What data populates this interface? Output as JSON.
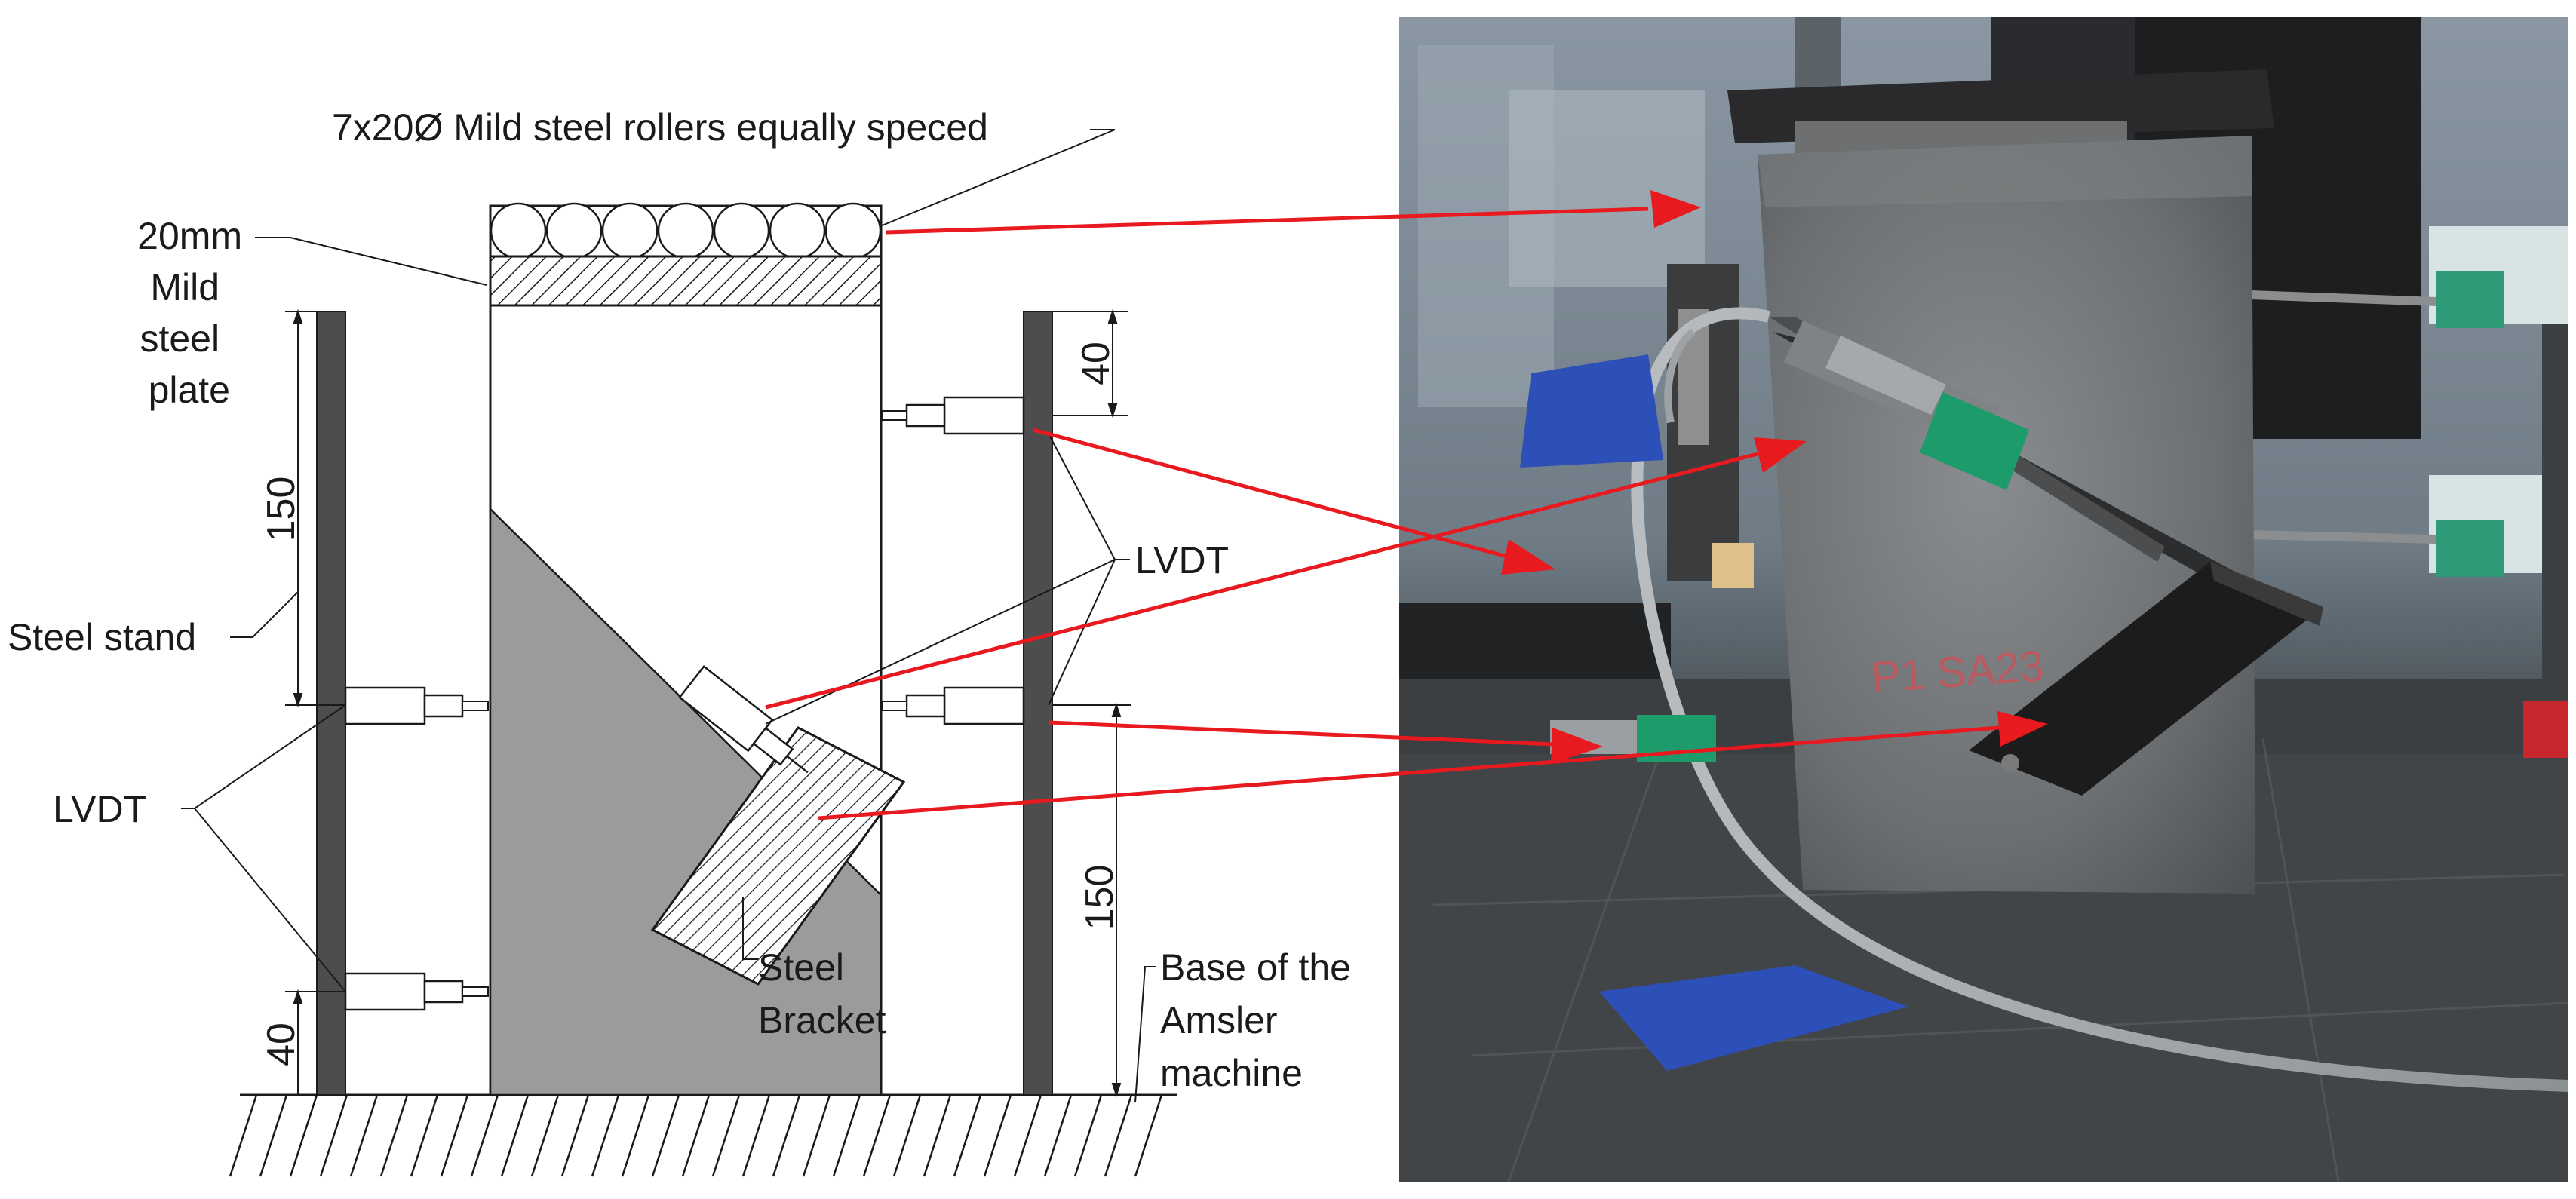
{
  "drawing": {
    "rollers_label": "7x20Ø Mild steel rollers equally speced",
    "plate_label": [
      "20mm",
      "Mild",
      "steel",
      "plate"
    ],
    "steel_stand_label": "Steel stand",
    "lvdt_left_label": "LVDT",
    "lvdt_right_label": "LVDT",
    "bracket_label": [
      "Steel",
      "Bracket"
    ],
    "base_label": [
      "Base of the",
      "Amsler",
      "machine"
    ],
    "dims": {
      "left_150": "150",
      "left_40": "40",
      "right_40": "40",
      "right_150": "150"
    }
  },
  "photo": {
    "specimen_marking": "P1 SA23",
    "colors": {
      "concrete": "#6b6e70",
      "bracket": "#1c1c1c",
      "tape": "#2d4fb8",
      "lvdt_tip": "#1e9b6a",
      "floor": "#3c3f42"
    }
  },
  "arrow_color": "#e8191f",
  "line_color": "#1a1a1a",
  "stand_color": "#4d4d4d",
  "specimen_shade": "#9b9b9b"
}
